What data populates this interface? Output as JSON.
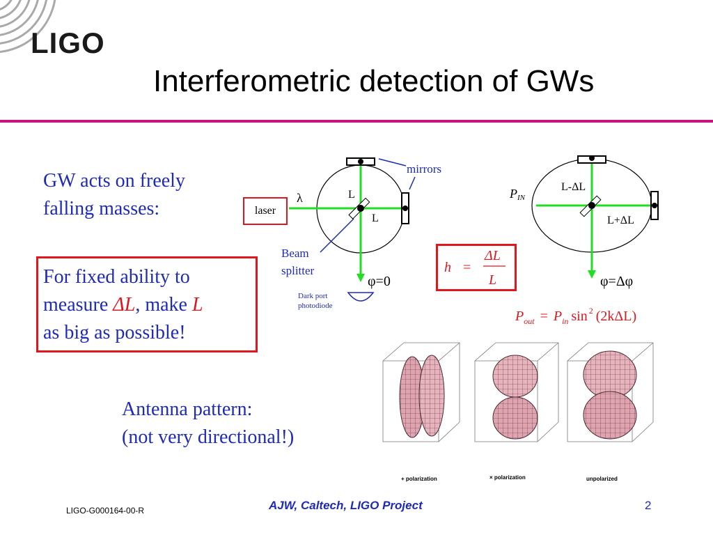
{
  "logo": {
    "text": "LIGO"
  },
  "title": "Interferometric detection of GWs",
  "left_text": {
    "gw_line1": "GW acts on freely",
    "gw_line2": "falling masses:",
    "fixed_line1": "For fixed ability to",
    "fixed_line2_a": "measure ",
    "fixed_line2_delta": "ΔL",
    "fixed_line2_b": ", make ",
    "fixed_line2_L": "L",
    "fixed_line3": "as big as possible!",
    "antenna_line1": "Antenna pattern:",
    "antenna_line2": "(not very directional!)"
  },
  "diagram": {
    "mirrors": "mirrors",
    "lambda": "λ",
    "laser": "laser",
    "L_top": "L",
    "L_right": "L",
    "beam": "Beam",
    "splitter": "splitter",
    "phi0": "φ=0",
    "dark_port": "Dark port",
    "photodiode": "photodiode",
    "p_in": "P",
    "p_in_sub": "IN",
    "l_minus": "L-ΔL",
    "l_plus": "L+ΔL",
    "phi_delta": "φ=Δφ"
  },
  "formulas": {
    "h": "h",
    "eq": "=",
    "num": "ΔL",
    "den": "L",
    "pout": "P",
    "pout_sub": "out",
    "pin": "P",
    "pin_sub": "in",
    "sin": "sin",
    "sq": "2",
    "arg": "(2kΔL)"
  },
  "antenna_labels": [
    "+ polarization",
    "× polarization",
    "unpolarized"
  ],
  "footer": {
    "doc_id": "LIGO-G000164-00-R",
    "center": "AJW, Caltech, LIGO Project",
    "page": "2"
  },
  "colors": {
    "blue": "#1e2ab8",
    "red": "#e0161e",
    "rule": "#c8127d",
    "green": "#22dd22",
    "lobe": "#e0a4b0"
  }
}
